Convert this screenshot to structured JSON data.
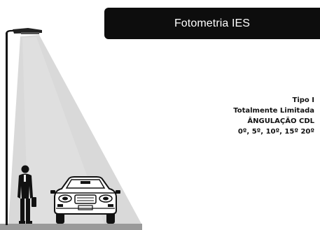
{
  "header": {
    "title": "Fotometria IES"
  },
  "specs": {
    "lines": [
      "Tipo I",
      "Totalmente Limitada",
      "ÂNGULAÇÃO CDL",
      "0º, 5º, 10º, 15º 20º"
    ]
  },
  "illustration": {
    "elements": [
      "street-lamp-icon",
      "light-beam",
      "person-icon",
      "car-icon",
      "ground"
    ],
    "colors": {
      "beam": "#d7d7d7",
      "pole": "#111111",
      "ground": "#9a9a9a",
      "title_bg": "#0d0d0d"
    }
  }
}
